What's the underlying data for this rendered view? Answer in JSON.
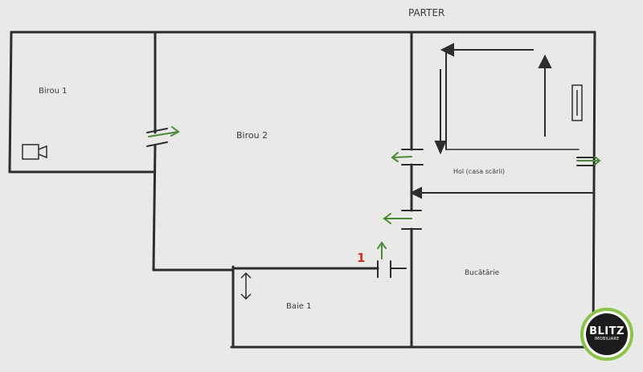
{
  "diagram": {
    "header": {
      "level_label": "PARTER"
    },
    "rooms": [
      {
        "id": "birou1",
        "label": "Birou 1"
      },
      {
        "id": "birou2",
        "label": "Birou 2"
      },
      {
        "id": "hol",
        "label": "Hol (casa scării)"
      },
      {
        "id": "baie",
        "label": "Baie 1"
      },
      {
        "id": "bucatarie",
        "label": "Bucătărie"
      }
    ],
    "markers": {
      "entry_number": "1"
    },
    "colors": {
      "ink": "#2d2d2d",
      "door_arrow": "#4a8a3a",
      "marker": "#d0302a",
      "paper": "#e9e9e7"
    },
    "icons": [
      "sink-icon",
      "door-swing-icon",
      "stair-arrow-icon",
      "window-icon"
    ]
  },
  "branding": {
    "logo_text": "BLITZ",
    "logo_subtext": "IMOBILIARE"
  }
}
